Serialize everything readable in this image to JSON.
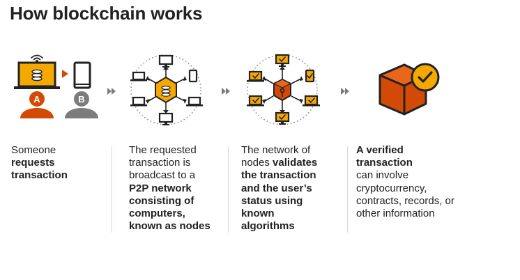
{
  "title": "How blockchain works",
  "colors": {
    "orange": "#f5a800",
    "dark_orange": "#d24a05",
    "grey": "#7c7c7c",
    "dark": "#222222"
  },
  "icons": [
    "laptop-icon",
    "phone-icon",
    "person-a-icon",
    "person-b-icon",
    "p2p-network-icon",
    "validation-network-icon",
    "verified-block-icon",
    "arrow-icon"
  ],
  "badges": {
    "a": "A",
    "b": "B"
  },
  "steps": [
    {
      "text1": "Someone",
      "bold1": "requests transaction"
    },
    {
      "text1": "The requested transaction is broadcast to a",
      "bold1": "P2P network consisting of computers, known as nodes"
    },
    {
      "text1": "The network of nodes",
      "bold1": "validates the transaction and the user’s status using known algorithms"
    },
    {
      "bold1": "A verified transaction",
      "text1": "can involve cryptocurrency, contracts, records, or other information"
    }
  ]
}
